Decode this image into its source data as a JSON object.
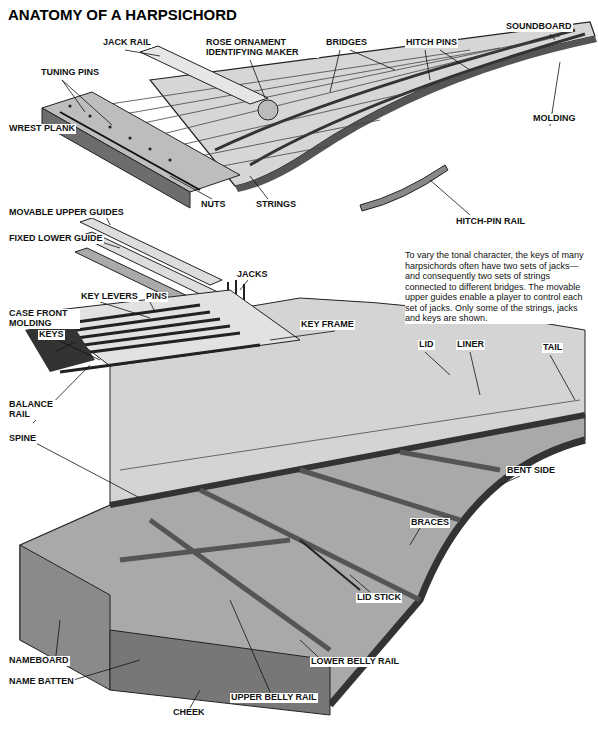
{
  "diagram": {
    "title": "ANATOMY OF A HARPSICHORD",
    "caption": "To vary the tonal character, the keys of many harpsichords often have two sets of jacks—and consequently two sets of strings connected to different bridges. The movable upper guides enable a player to control each set of jacks. Only some of the strings, jacks and keys are shown.",
    "labels": [
      "JACK RAIL",
      "ROSE ORNAMENT IDENTIFYING MAKER",
      "BRIDGES",
      "HITCH PINS",
      "SOUNDBOARD",
      "TUNING PINS",
      "WREST PLANK",
      "MOLDING",
      "NUTS",
      "STRINGS",
      "HITCH-PIN RAIL",
      "MOVABLE UPPER GUIDES",
      "FIXED LOWER GUIDE",
      "JACKS",
      "CASE FRONT MOLDING",
      "KEY LEVERS",
      "PINS",
      "KEY FRAME",
      "KEYS",
      "LID",
      "LINER",
      "TAIL",
      "BALANCE RAIL",
      "SPINE",
      "BENT SIDE",
      "BRACES",
      "LID STICK",
      "NAMEBOARD",
      "NAME BATTEN",
      "LOWER BELLY RAIL",
      "UPPER BELLY RAIL",
      "CHEEK"
    ]
  }
}
